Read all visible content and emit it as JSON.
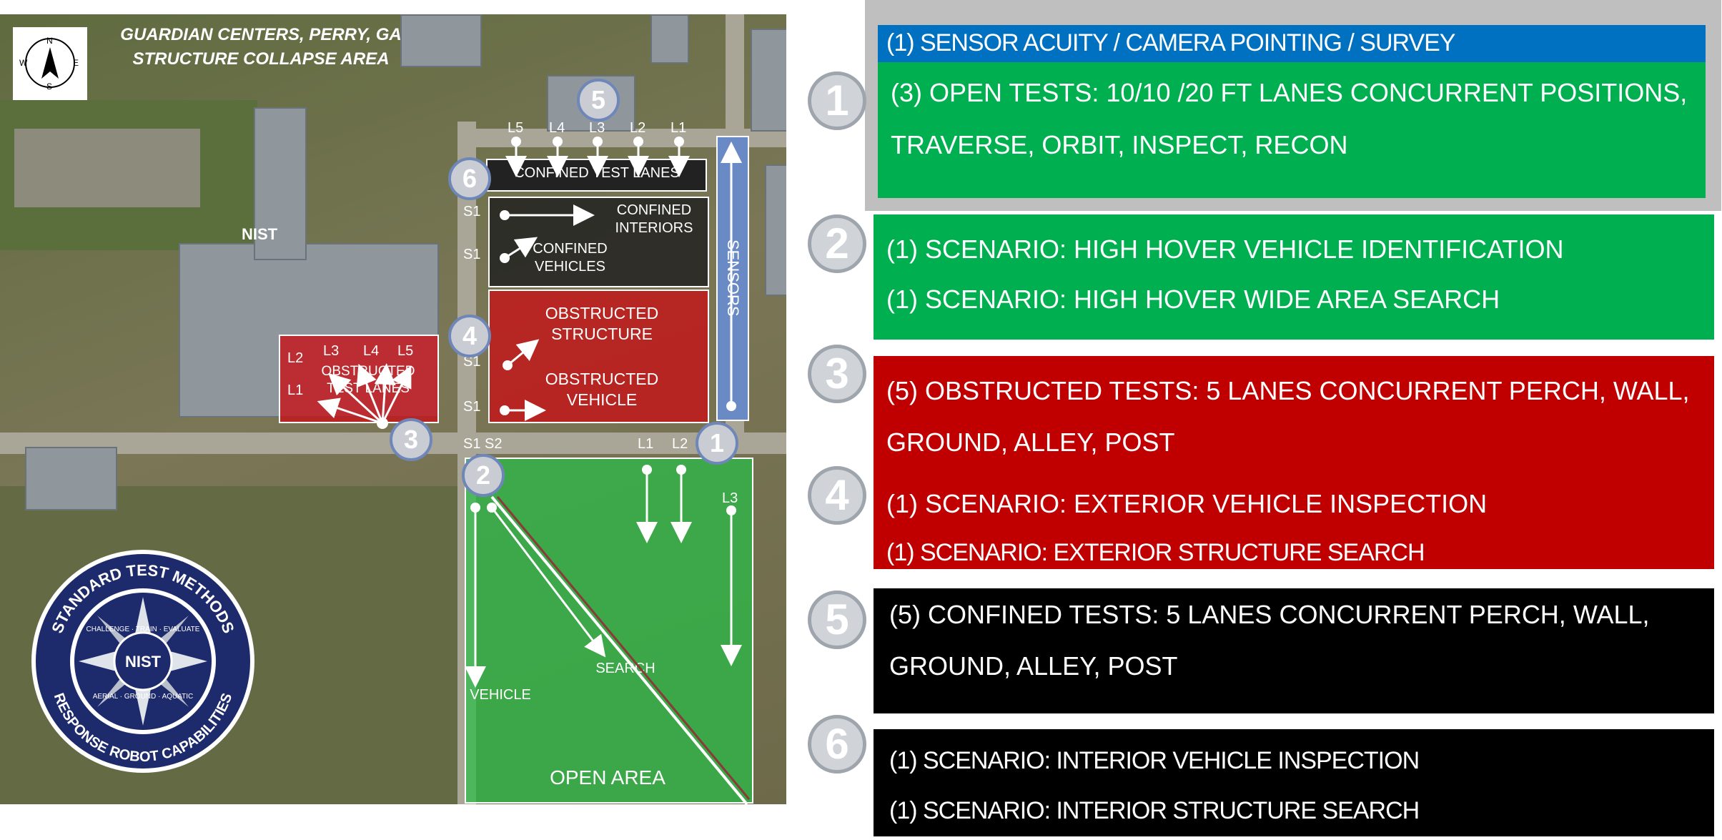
{
  "map": {
    "title_line1": "GUARDIAN CENTERS, PERRY, GA",
    "title_line2": "STRUCTURE COLLAPSE AREA",
    "compass": {
      "n": "N",
      "s": "S",
      "e": "E",
      "w": "W"
    },
    "nist_label": "NIST",
    "confined_test_lanes": "CONFINED TEST LANES",
    "confined_interiors": "CONFINED INTERIORS",
    "confined_vehicles": "CONFINED VEHICLES",
    "obstructed_structure": "OBSTRUCTED STRUCTURE",
    "obstructed_vehicle": "OBSTRUCTED VEHICLE",
    "obstructed_test_lanes": "OBSTRUCTED TEST LANES",
    "sensors": "SENSORS",
    "open_area": "OPEN AREA",
    "vehicle": "VEHICLE",
    "search": "SEARCH",
    "lane_labels_top": [
      "L5",
      "L4",
      "L3",
      "L2",
      "L1"
    ],
    "lane_labels_obstructed": [
      "L2",
      "L3",
      "L4",
      "L5",
      "L1"
    ],
    "lane_labels_open": [
      "L1",
      "L2",
      "L3"
    ],
    "start_labels": [
      "S1",
      "S1",
      "S1",
      "S1",
      "S1",
      "S2"
    ],
    "markers": [
      "1",
      "2",
      "3",
      "4",
      "5",
      "6"
    ]
  },
  "seal": {
    "top_text": "STANDARD TEST METHODS",
    "bottom_text": "RESPONSE ROBOT CAPABILITIES",
    "inner_top": "CHALLENGE · TRAIN · EVALUATE",
    "inner_bottom": "AERIAL · GROUND · AQUATIC",
    "center": "NIST"
  },
  "panels": [
    {
      "number": "1",
      "header": "(1) SENSOR ACUITY / CAMERA POINTING / SURVEY",
      "lines": [
        "(3) OPEN TESTS:  10/10 /20 FT LANES CONCURRENT  POSITIONS,",
        "TRAVERSE, ORBIT, INSPECT, RECON"
      ]
    },
    {
      "number": "2",
      "lines": [
        "(1) SCENARIO: HIGH HOVER VEHICLE IDENTIFICATION",
        "(1) SCENARIO: HIGH HOVER WIDE AREA SEARCH"
      ]
    },
    {
      "number": "3",
      "lines": [
        "(5) OBSTRUCTED TESTS:  5 LANES CONCURRENT  PERCH, WALL,",
        "GROUND, ALLEY, POST"
      ]
    },
    {
      "number": "4",
      "lines": [
        "(1) SCENARIO: EXTERIOR VEHICLE INSPECTION",
        "(1) SCENARIO: EXTERIOR STRUCTURE SEARCH"
      ]
    },
    {
      "number": "5",
      "lines": [
        "(5) CONFINED TESTS: 5 LANES CONCURRENT  PERCH, WALL,",
        "GROUND, ALLEY, POST"
      ]
    },
    {
      "number": "6",
      "lines": [
        "(1) SCENARIO: INTERIOR VEHICLE INSPECTION",
        "(1) SCENARIO: INTERIOR STRUCTURE SEARCH"
      ]
    }
  ],
  "colors": {
    "blue": "#0070c0",
    "green": "#00b050",
    "red": "#c00000",
    "black": "#000000",
    "frame": "#bfbfbf"
  }
}
